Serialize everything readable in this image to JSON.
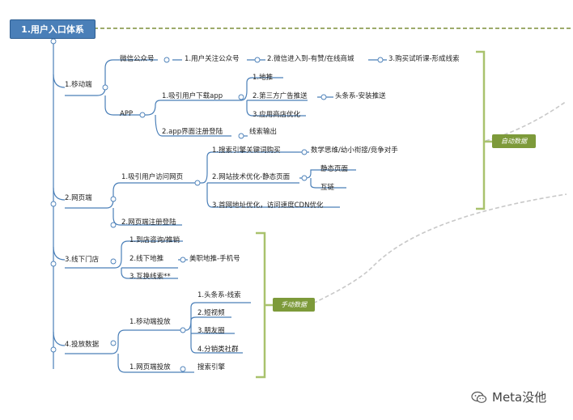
{
  "root": {
    "label": "1.用户入口体系"
  },
  "branches": {
    "mobile": {
      "label": "1.移动端",
      "wechat": {
        "label": "微信公众号",
        "steps": [
          "1.用户关注公众号",
          "2.微信进入到-有赞/在线商城",
          "3.购买试听课-形成线索"
        ]
      },
      "app": {
        "label": "APP",
        "download": {
          "label": "1.吸引用户下载app",
          "children": [
            "1.地推",
            "2.第三方广告推送",
            "3.应用商店优化"
          ],
          "ad_push_detail": "头条系-安装推送"
        },
        "register": {
          "label": "2.app界面注册登陆",
          "detail": "线索输出"
        }
      }
    },
    "web": {
      "label": "2.网页端",
      "visit": {
        "label": "1.吸引用户访问网页",
        "seo": {
          "label": "1.搜索引擎关键词购买",
          "detail": "数学思维/幼小衔接/竞争对手"
        },
        "tech": {
          "label": "2.网站技术优化-静态页面",
          "children": [
            "静态页面",
            "互链"
          ]
        },
        "cdn": {
          "label": "3.首网地址优化，访问速度CDN优化"
        }
      },
      "register": {
        "label": "2.网页端注册登陆"
      }
    },
    "offline": {
      "label": "3.线下门店",
      "items": [
        "1.到店咨询/推销",
        "2.线下地推",
        "3.互换线索**"
      ],
      "ground_detail": "美职地推-手机号"
    },
    "ads": {
      "label": "4.投放数据",
      "mobile": {
        "label": "1.移动端投放",
        "children": [
          "1.头条系-线索",
          "2.短视频",
          "3.朋友圈",
          "4.分销类社群"
        ]
      },
      "web": {
        "label": "1.网页端投放",
        "detail": "搜索引擎"
      }
    }
  },
  "tags": {
    "auto": "自动数据",
    "manual": "手动数据"
  },
  "watermark": {
    "text": "Meta没他"
  },
  "colors": {
    "trunk": "#2f5f93",
    "branch": "#4a7fb8",
    "bracket": "#a9c26d",
    "dash_root": "#7d8f3a",
    "dash_gray": "#c8c8c8",
    "tag": "#7d9a3a"
  }
}
